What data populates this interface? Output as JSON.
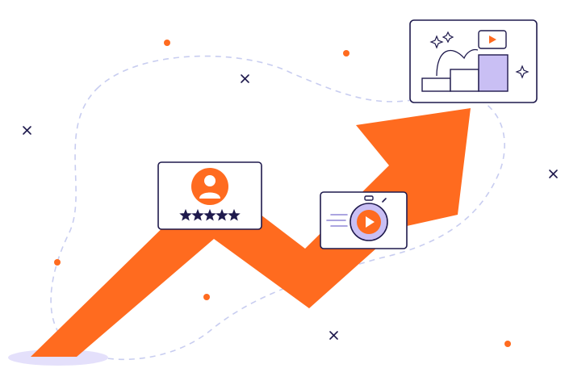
{
  "illustration": {
    "theme": "growth-arrow",
    "rating": {
      "stars": 5,
      "max": 5
    },
    "icons": {
      "profile_card": "user-avatar-icon",
      "timer_card": "stopwatch-play-icon",
      "podium_card": "podium-bars-icon",
      "arrow": "trend-up-arrow-icon"
    },
    "colors": {
      "accent": "#ff6b1f",
      "navy": "#1f1a4d",
      "lavender": "#c9bff4",
      "lavender_light": "#e4e0fb",
      "dashed_outline": "#c8cdf0",
      "card_bg": "#ffffff"
    }
  }
}
